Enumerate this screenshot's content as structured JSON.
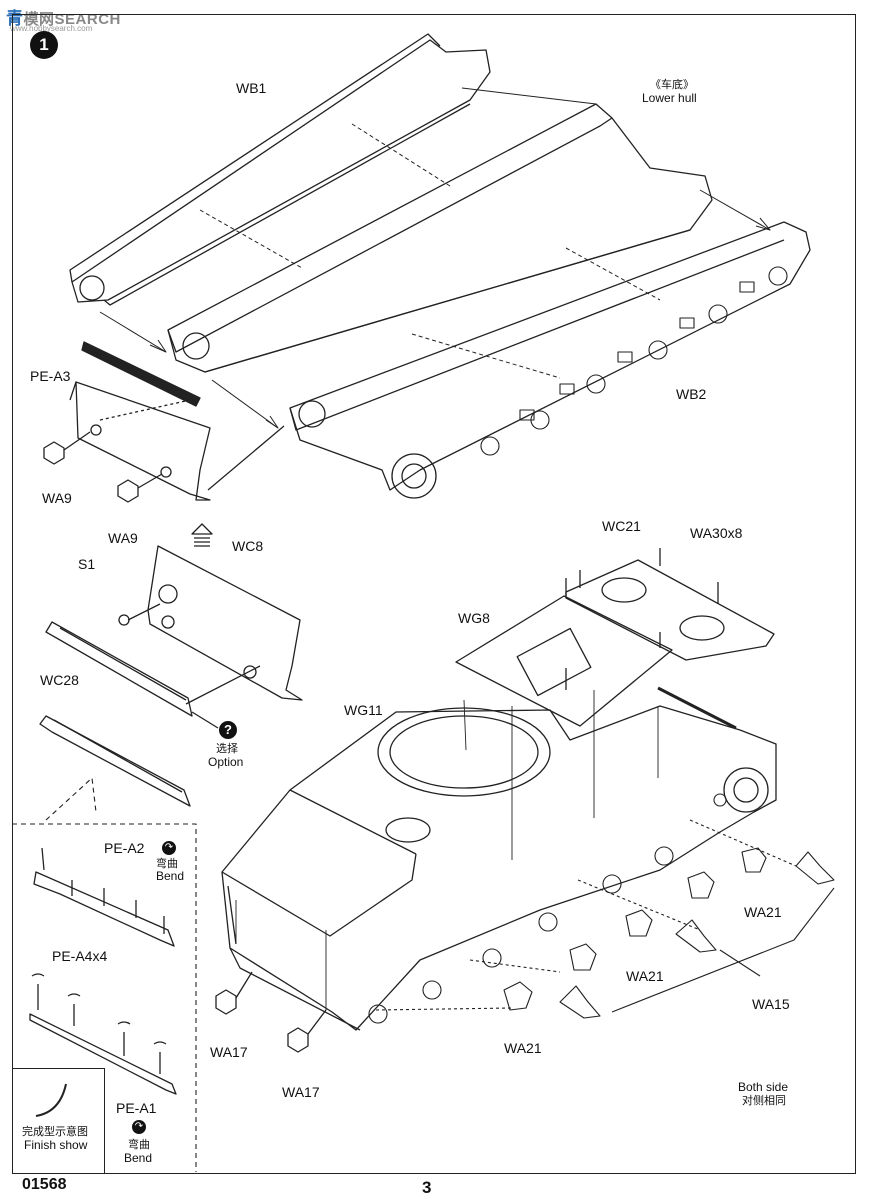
{
  "watermark": {
    "brand": "青",
    "text": "模网",
    "suffix": "SEARCH",
    "url": "www.hobbysearch.com"
  },
  "step": "1",
  "labels": {
    "wb1": "WB1",
    "lower_hull_cn": "《车底》",
    "lower_hull_en": "Lower hull",
    "wb2": "WB2",
    "pe_a3": "PE-A3",
    "wa9_a": "WA9",
    "wa9_b": "WA9",
    "wc8": "WC8",
    "s1": "S1",
    "wc28": "WC28",
    "option_icon": "?",
    "option_cn": "选择",
    "option_en": "Option",
    "wc21": "WC21",
    "wa30": "WA30x8",
    "wg8": "WG8",
    "wg11": "WG11",
    "pe_a2": "PE-A2",
    "bend_cn_1": "弯曲",
    "bend_en_1": "Bend",
    "pe_a4": "PE-A4x4",
    "pe_a1": "PE-A1",
    "bend_cn_2": "弯曲",
    "bend_en_2": "Bend",
    "wa21_a": "WA21",
    "wa21_b": "WA21",
    "wa21_c": "WA21",
    "wa15": "WA15",
    "wa17_a": "WA17",
    "wa17_b": "WA17",
    "both_side_en": "Both side",
    "both_side_cn": "对侧相同",
    "finish_cn": "完成型示意图",
    "finish_en": "Finish show"
  },
  "footer": {
    "catalog_number": "01568",
    "page_number": "3"
  },
  "colors": {
    "line": "#222222",
    "paper": "#ffffff",
    "accent": "#111111"
  }
}
